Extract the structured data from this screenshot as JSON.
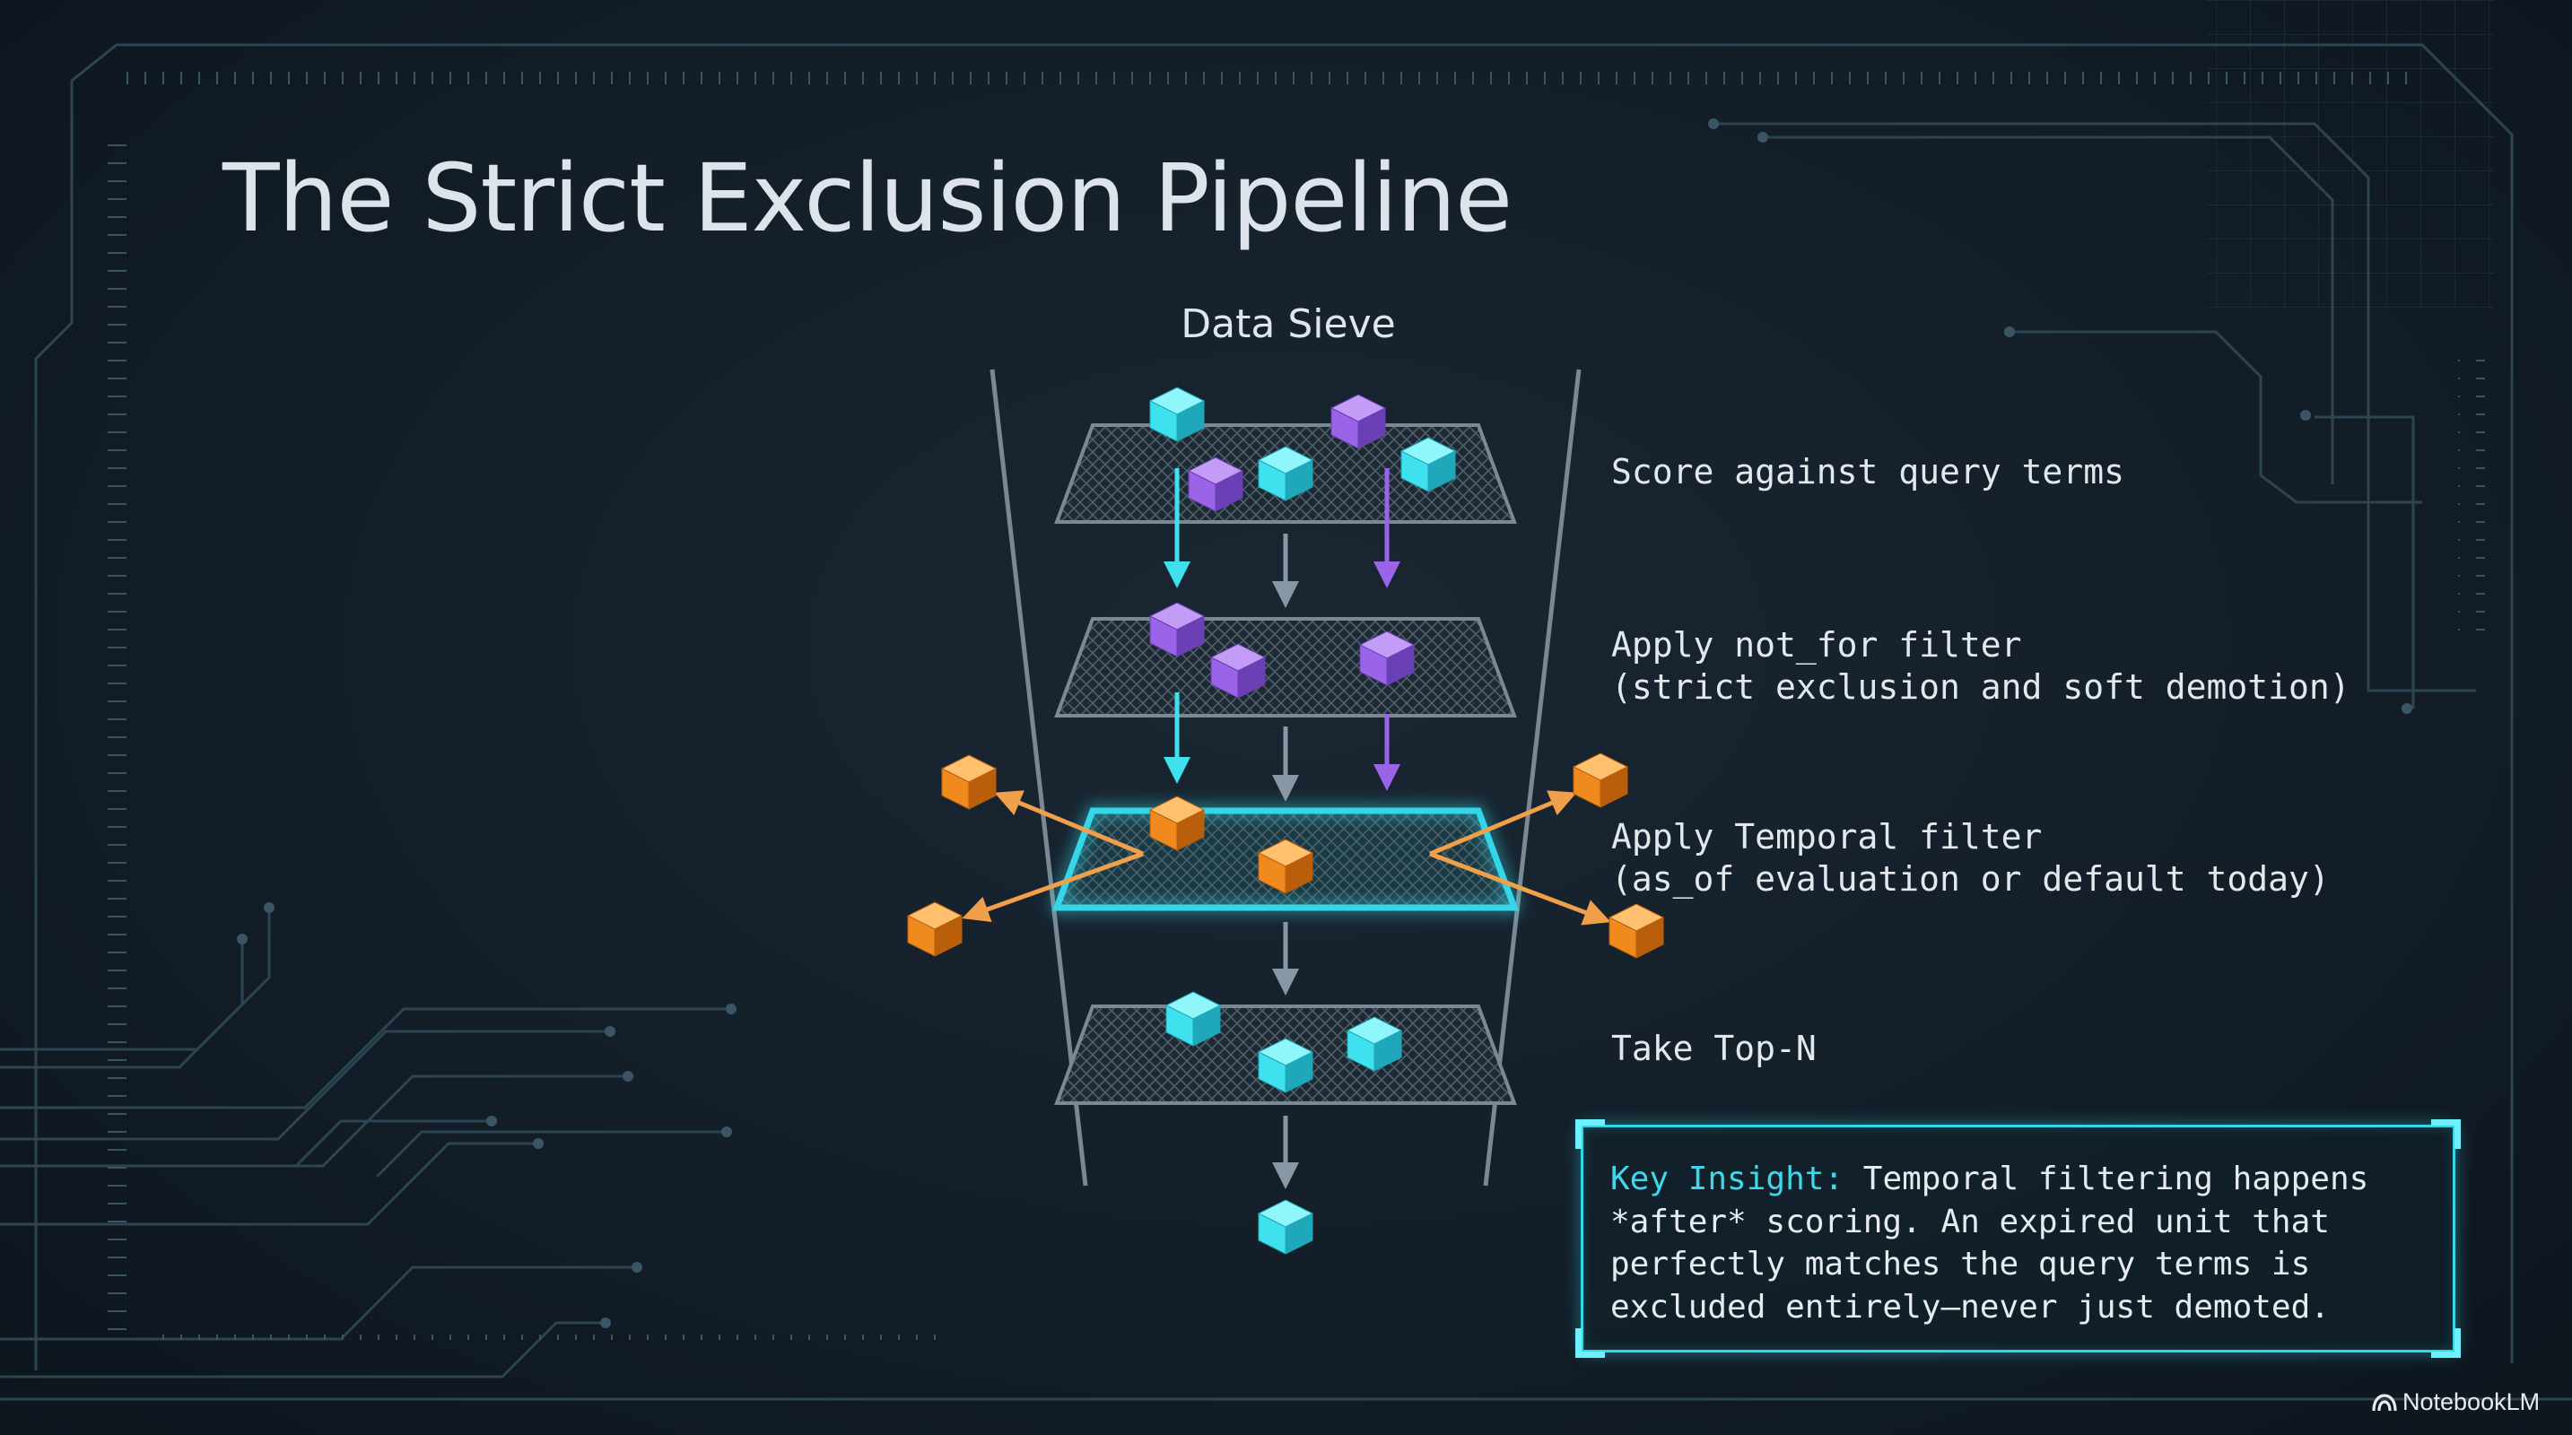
{
  "title": "The Strict Exclusion Pipeline",
  "diagram": {
    "sieve_label": "Data Sieve",
    "steps": [
      {
        "lines": [
          "Score against query terms"
        ]
      },
      {
        "lines": [
          "Apply not_for filter",
          "(strict exclusion and soft demotion)"
        ]
      },
      {
        "lines": [
          "Apply Temporal filter",
          "(as_of evaluation or default today)"
        ]
      },
      {
        "lines": [
          "Take Top-N"
        ]
      }
    ]
  },
  "key_insight": {
    "label": "Key Insight:",
    "lines": [
      " Temporal filtering happens",
      "*after* scoring. An expired unit that",
      "perfectly matches the query terms is",
      "excluded entirely—never just demoted."
    ]
  },
  "colors": {
    "accent": "#35d6e8",
    "cube_cyan": "#3fe1ee",
    "cube_purple": "#9a63e8",
    "cube_orange": "#f08a1e",
    "arrow_orange": "#f0a04a",
    "arrow_gray": "#8797a4"
  },
  "brand": {
    "text": "NotebookLM",
    "icon": "notebooklm-logo-icon"
  }
}
